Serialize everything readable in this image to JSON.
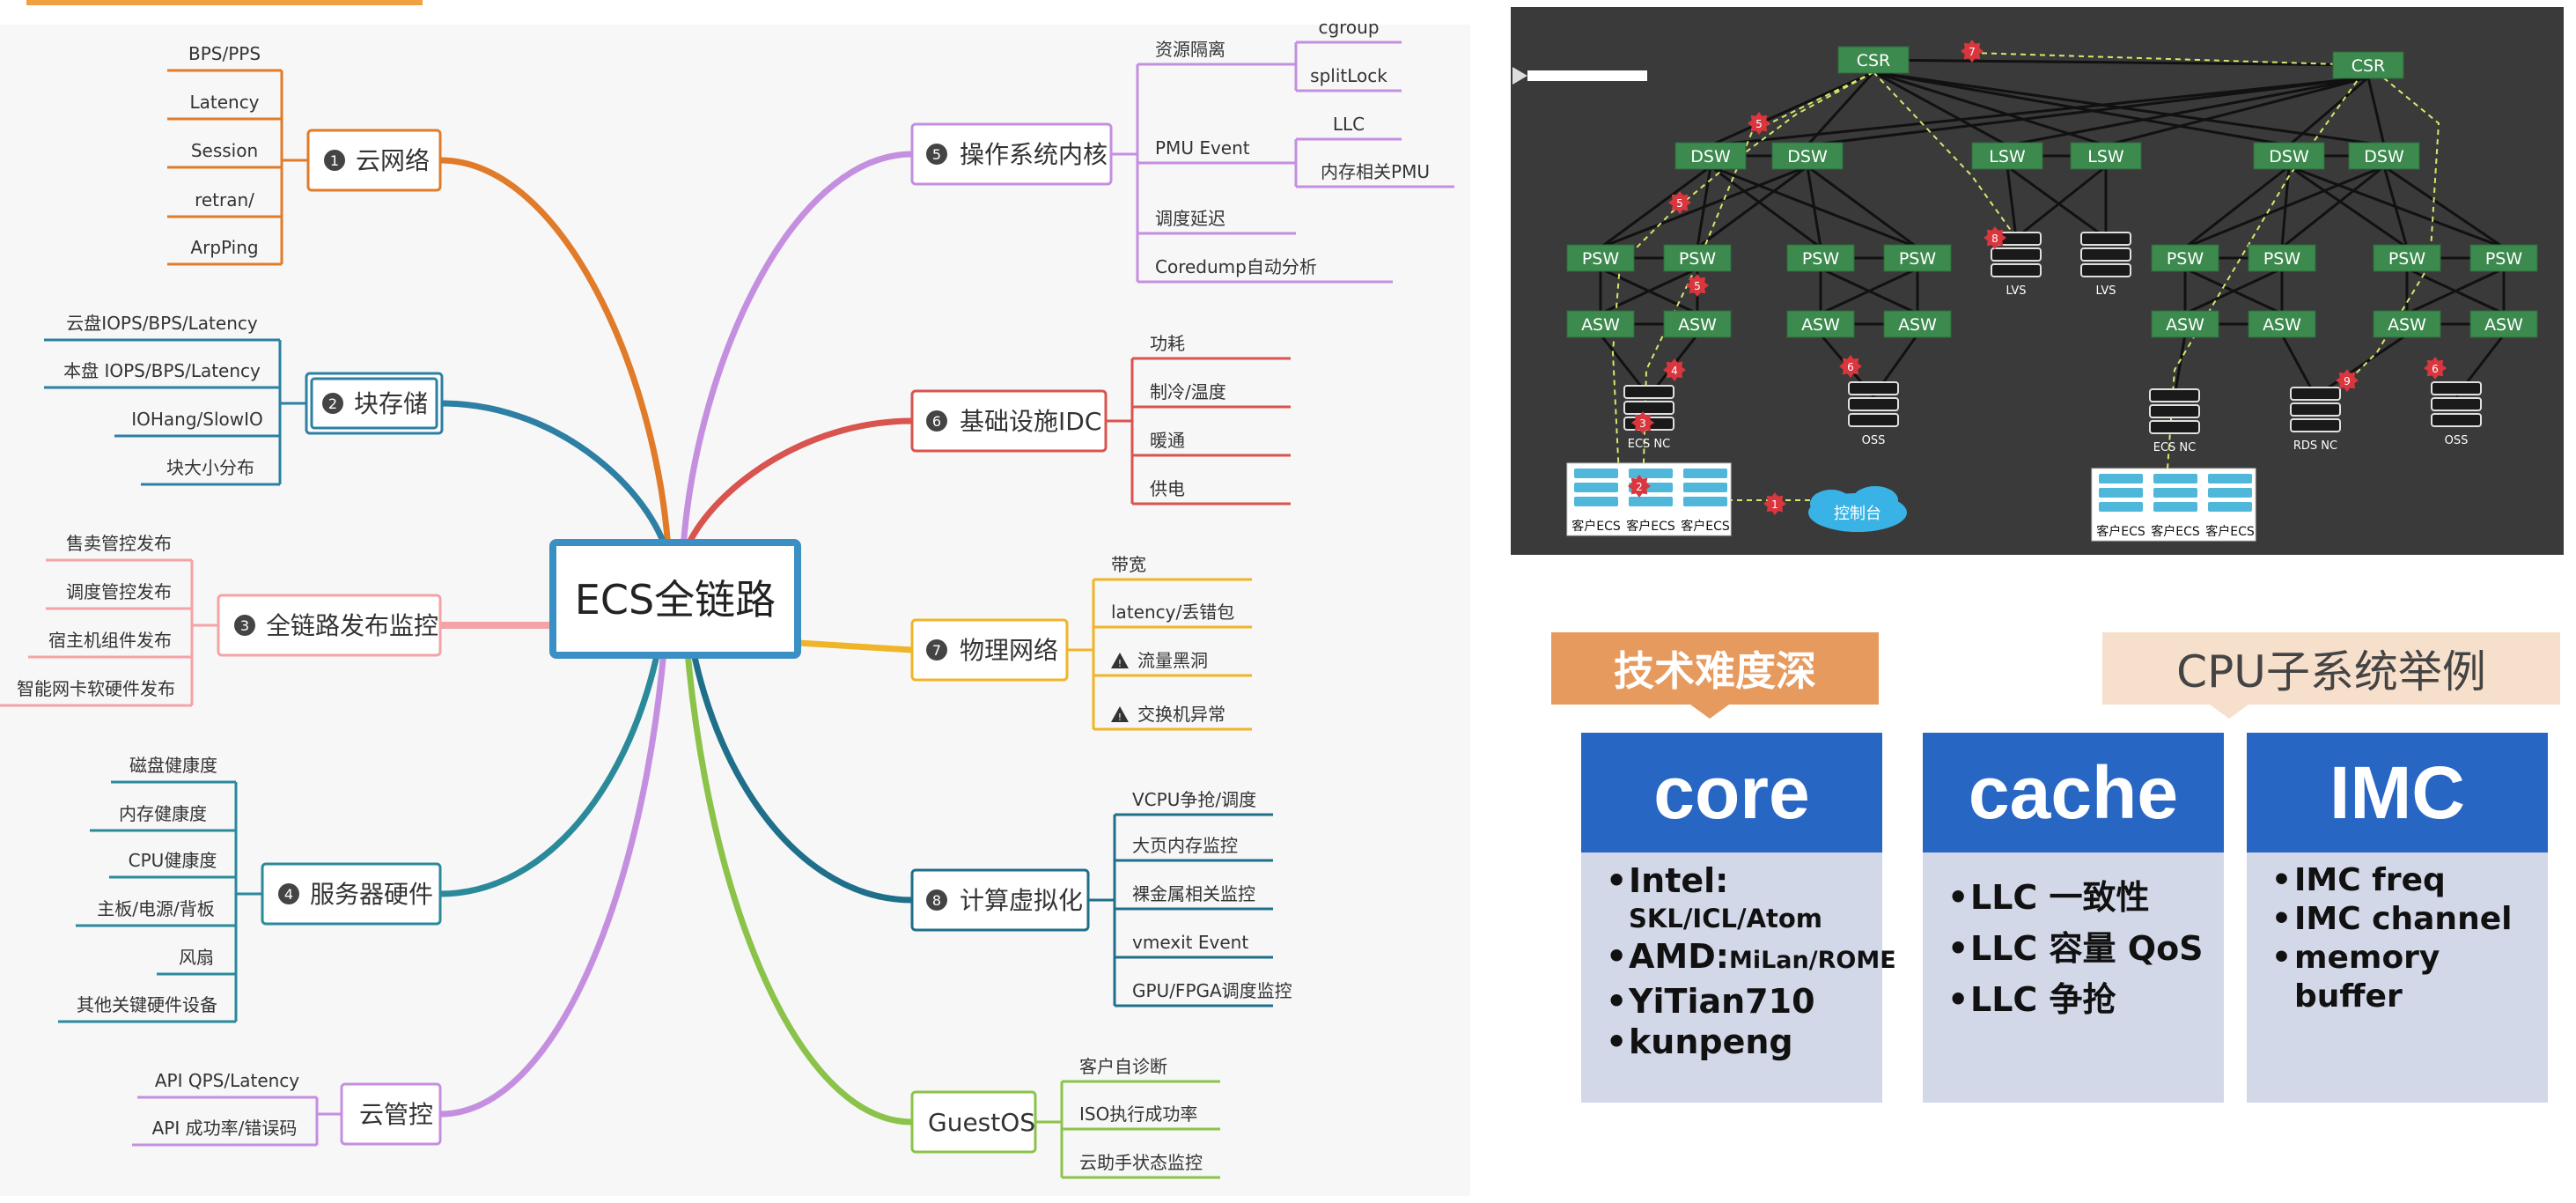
{
  "mindmap": {
    "center": "ECS全链路",
    "left_branches": [
      {
        "label": "云网络",
        "num": "1",
        "color": "#e07b2a",
        "items": [
          "BPS/PPS",
          "Latency",
          "Session",
          "retran/",
          "ArpPing"
        ]
      },
      {
        "label": "块存储",
        "num": "2",
        "color": "#2d7fa3",
        "items": [
          "云盘IOPS/BPS/Latency",
          "本盘 IOPS/BPS/Latency",
          "IOHang/SlowIO",
          "块大小分布"
        ]
      },
      {
        "label": "全链路发布监控",
        "num": "3",
        "color": "#f4a3a6",
        "items": [
          "售卖管控发布",
          "调度管控发布",
          "宿主机组件发布",
          "智能网卡软硬件发布"
        ]
      },
      {
        "label": "服务器硬件",
        "num": "4",
        "color": "#2a8a9a",
        "items": [
          "磁盘健康度",
          "内存健康度",
          "CPU健康度",
          "主板/电源/背板",
          "风扇",
          "其他关键硬件设备"
        ]
      },
      {
        "label": "云管控",
        "num": "",
        "color": "#c58fe0",
        "items": [
          "API QPS/Latency",
          "API 成功率/错误码"
        ]
      }
    ],
    "right_branches": [
      {
        "label": "操作系统内核",
        "num": "5",
        "color": "#c58fe0",
        "items": [
          "资源隔离",
          "PMU Event",
          "调度延迟",
          "Coredump自动分析"
        ],
        "subitems": [
          [
            "cgroup",
            "splitLock"
          ],
          [
            "LLC",
            "内存相关PMU"
          ],
          [],
          []
        ]
      },
      {
        "label": "基础设施IDC",
        "num": "6",
        "color": "#d9534f",
        "items": [
          "功耗",
          "制冷/温度",
          "暖通",
          "供电"
        ]
      },
      {
        "label": "物理网络",
        "num": "7",
        "color": "#f0b429",
        "items": [
          "带宽",
          "latency/丢错包",
          "流量黑洞",
          "交换机异常"
        ]
      },
      {
        "label": "计算虚拟化",
        "num": "8",
        "color": "#1f6f8b",
        "items": [
          "VCPU争抢/调度",
          "大页内存监控",
          "裸金属相关监控",
          "vmexit Event",
          "GPU/FPGA调度监控"
        ]
      },
      {
        "label": "GuestOS",
        "num": "",
        "color": "#8bc34a",
        "items": [
          "客户自诊断",
          "ISO执行成功率",
          "云助手状态监控"
        ]
      }
    ]
  },
  "topology": {
    "csr_label": "CSR",
    "dsw_label": "DSW",
    "lsw_label": "LSW",
    "psw_label": "PSW",
    "asw_label": "ASW",
    "lvs_label": "LVS",
    "ecs_nc_label": "ECS NC",
    "oss_label": "OSS",
    "rds_nc_label": "RDS NC",
    "customer_ecs_label": "客户ECS",
    "console_label": "控制台",
    "markers": [
      "1",
      "2",
      "3",
      "4",
      "5",
      "5",
      "5",
      "6",
      "6",
      "7",
      "8",
      "9"
    ]
  },
  "cpu_section": {
    "tag_left": "技术难度深",
    "tag_right": "CPU子系统举例",
    "columns": [
      {
        "title": "core",
        "items": [
          {
            "main": "Intel:",
            "sub": "SKL/ICL/Atom"
          },
          {
            "main": "AMD:",
            "sub": "MiLan/ROME"
          },
          {
            "main": "YiTian710",
            "sub": ""
          },
          {
            "main": "kunpeng",
            "sub": ""
          }
        ]
      },
      {
        "title": "cache",
        "items": [
          {
            "main": "LLC 一致性",
            "sub": ""
          },
          {
            "main": "LLC 容量 QoS",
            "sub": ""
          },
          {
            "main": "LLC 争抢",
            "sub": ""
          }
        ]
      },
      {
        "title": "IMC",
        "items": [
          {
            "main": "IMC  freq",
            "sub": ""
          },
          {
            "main": "IMC channel",
            "sub": ""
          },
          {
            "main": "memory buffer",
            "sub": ""
          }
        ]
      }
    ],
    "colors": {
      "tag_left_bg": "#e79a5e",
      "tag_right_bg": "#f6dfcb",
      "header_blue": "#2866c4",
      "body_bg": "#d3d8e8"
    }
  }
}
